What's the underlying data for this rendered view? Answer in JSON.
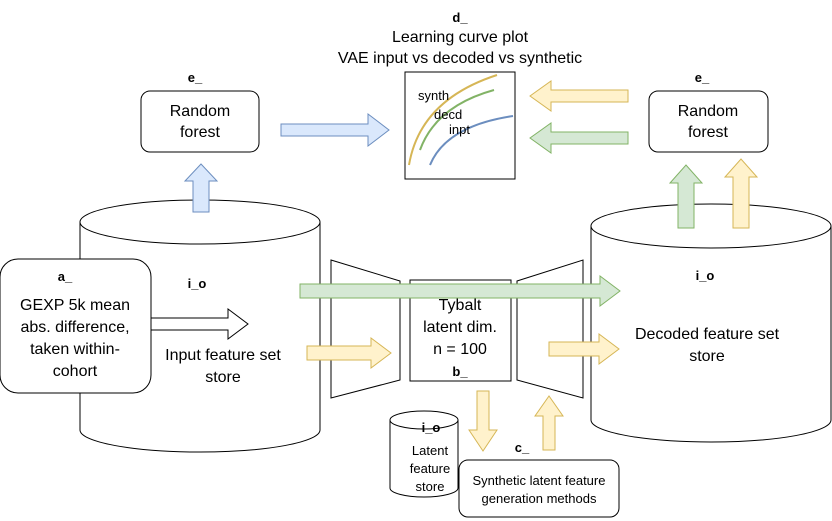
{
  "title": {
    "tag": "d_",
    "line1": "Learning curve plot",
    "line2": "VAE input vs decoded vs synthetic"
  },
  "plot": {
    "labels": {
      "synth": "synth",
      "decd": "decd",
      "inpt": "inpt"
    },
    "colors": {
      "synth": "#d6b656",
      "decd": "#82b366",
      "inpt": "#6c8ebf"
    }
  },
  "rf_left": {
    "tag": "e_",
    "line1": "Random",
    "line2": "forest"
  },
  "rf_right": {
    "tag": "e_",
    "line1": "Random",
    "line2": "forest"
  },
  "input_store": {
    "tag": "i_o",
    "line1": "Input feature set",
    "line2": "store"
  },
  "decoded_store": {
    "tag": "i_o",
    "line1": "Decoded feature set",
    "line2": "store"
  },
  "gexp_box": {
    "tag": "a_",
    "lines": [
      "GEXP 5k mean",
      "abs. difference,",
      "taken within-",
      "cohort"
    ]
  },
  "tybalt": {
    "lines": [
      "Tybalt",
      "latent dim.",
      "n = 100"
    ],
    "tag": "b_"
  },
  "latent_store": {
    "tag": "i_o",
    "lines": [
      "Latent",
      "feature",
      "store"
    ]
  },
  "synthetic_box": {
    "tag": "c_",
    "line1": "Synthetic latent feature",
    "line2": "generation methods"
  },
  "colors": {
    "blue_fill": "#dae8fc",
    "blue_stroke": "#6c8ebf",
    "green_fill": "#d5e8d4",
    "green_stroke": "#82b366",
    "yellow_fill": "#fff2cc",
    "yellow_stroke": "#d6b656"
  }
}
